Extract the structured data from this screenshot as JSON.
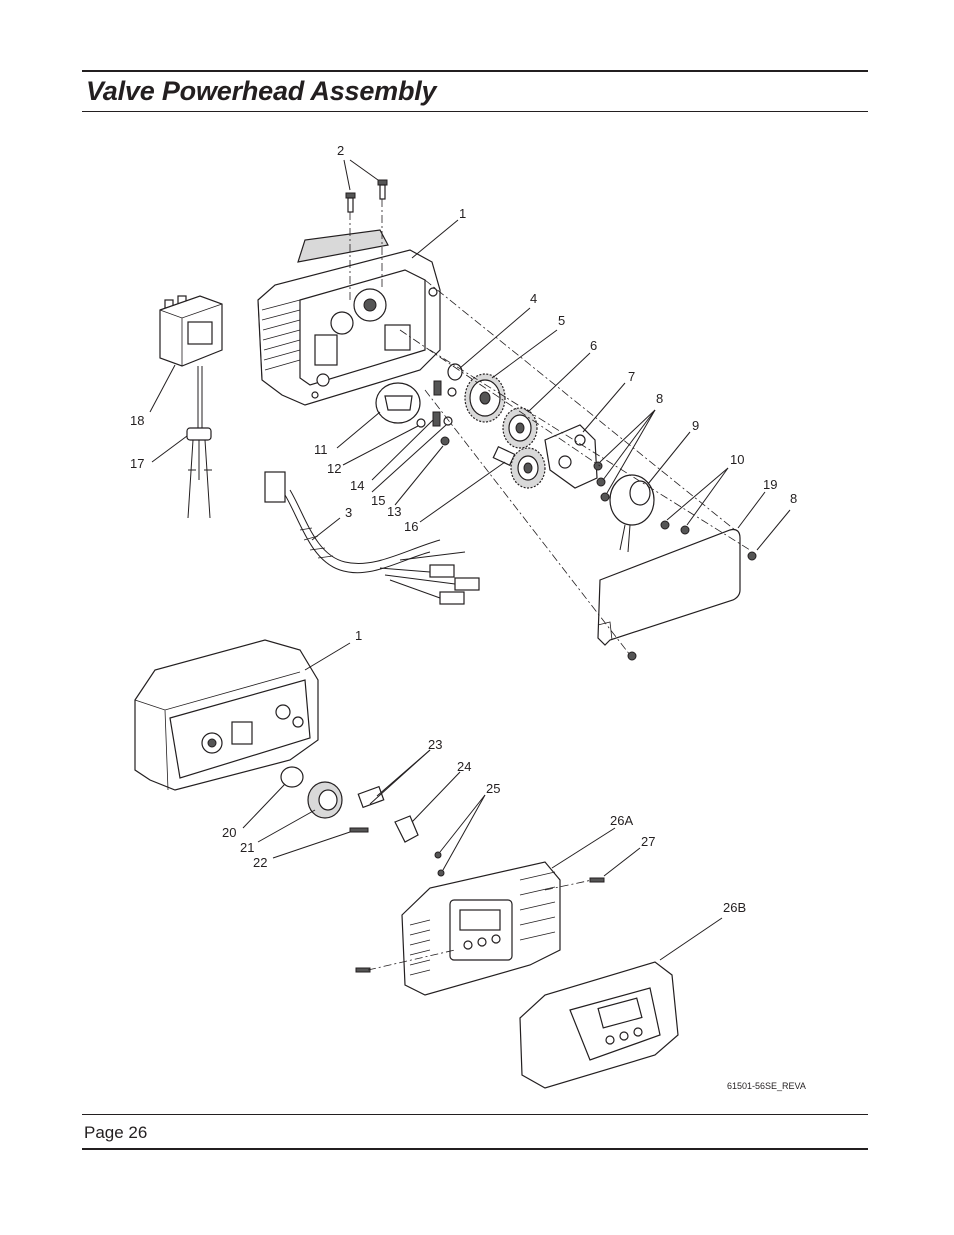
{
  "header": {
    "title": "Valve Powerhead Assembly"
  },
  "footer": {
    "page": "Page 26"
  },
  "drawing": {
    "code": "61501-56SE_REVA",
    "callouts": {
      "c1a": "1",
      "c1b": "1",
      "c2": "2",
      "c3": "3",
      "c4": "4",
      "c5": "5",
      "c6": "6",
      "c7": "7",
      "c8a": "8",
      "c8b": "8",
      "c9": "9",
      "c10": "10",
      "c11": "11",
      "c12": "12",
      "c13": "13",
      "c14": "14",
      "c15": "15",
      "c16": "16",
      "c17": "17",
      "c18": "18",
      "c19": "19",
      "c20": "20",
      "c21": "21",
      "c22": "22",
      "c23": "23",
      "c24": "24",
      "c25": "25",
      "c26a": "26A",
      "c26b": "26B",
      "c27": "27"
    }
  }
}
